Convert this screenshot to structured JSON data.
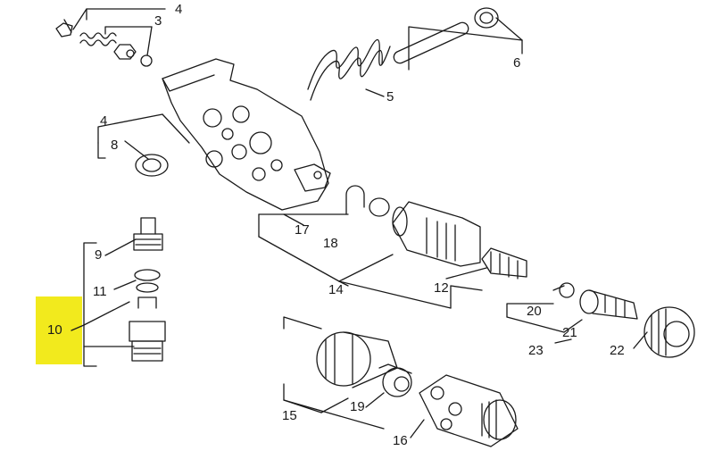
{
  "diagram": {
    "highlight_color": "#f2ea1d",
    "line_color": "#1a1a1a",
    "callouts": [
      {
        "id": "c1",
        "label": "4"
      },
      {
        "id": "c2",
        "label": "3"
      },
      {
        "id": "c3",
        "label": "6"
      },
      {
        "id": "c4",
        "label": "5"
      },
      {
        "id": "c5",
        "label": "4"
      },
      {
        "id": "c6",
        "label": "8"
      },
      {
        "id": "c7",
        "label": "17"
      },
      {
        "id": "c8",
        "label": "18"
      },
      {
        "id": "c9",
        "label": "9"
      },
      {
        "id": "c10",
        "label": "11"
      },
      {
        "id": "c11",
        "label": "10"
      },
      {
        "id": "c12",
        "label": "14"
      },
      {
        "id": "c13",
        "label": "12"
      },
      {
        "id": "c14",
        "label": "20"
      },
      {
        "id": "c15",
        "label": "21"
      },
      {
        "id": "c16",
        "label": "23"
      },
      {
        "id": "c17",
        "label": "22"
      },
      {
        "id": "c18",
        "label": "15"
      },
      {
        "id": "c19",
        "label": "19"
      },
      {
        "id": "c20",
        "label": "16"
      }
    ]
  }
}
